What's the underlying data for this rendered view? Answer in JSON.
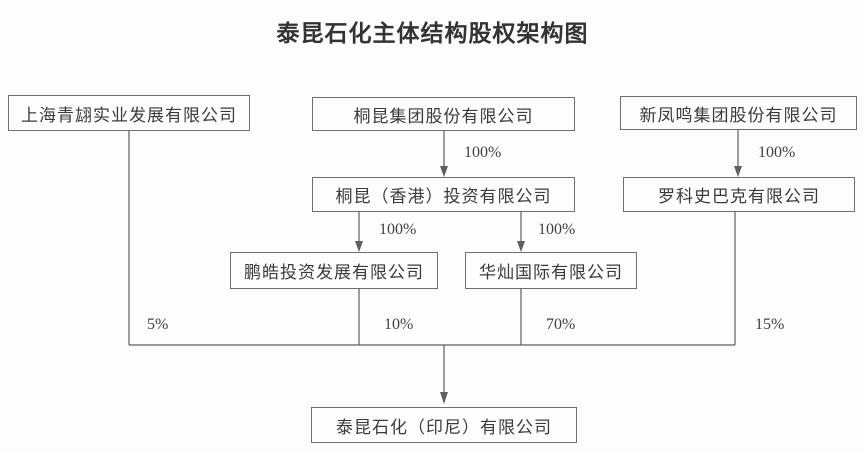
{
  "title": "泰昆石化主体结构股权架构图",
  "nodes": {
    "shanghai_qingxiang": {
      "label": "上海青翃实业发展有限公司"
    },
    "tongkun_group": {
      "label": "桐昆集团股份有限公司"
    },
    "xinfengming_group": {
      "label": "新凤鸣集团股份有限公司"
    },
    "tongkun_hongkong": {
      "label": "桐昆（香港）投资有限公司"
    },
    "luokeshibake": {
      "label": "罗科史巴克有限公司"
    },
    "penghao": {
      "label": "鹏皓投资发展有限公司"
    },
    "huacan": {
      "label": "华灿国际有限公司"
    },
    "taikun_indonesia": {
      "label": "泰昆石化（印尼）有限公司"
    }
  },
  "edges": {
    "tongkun_to_hongkong": "100%",
    "xinfengming_to_luokeshibake": "100%",
    "hongkong_to_penghao": "100%",
    "hongkong_to_huacan": "100%",
    "qingxiang_share": "5%",
    "penghao_share": "10%",
    "huacan_share": "70%",
    "luokeshibake_share": "15%"
  },
  "colors": {
    "background": "#fdfdfd",
    "line": "#5f5f5f",
    "text": "#3a3a3a"
  }
}
